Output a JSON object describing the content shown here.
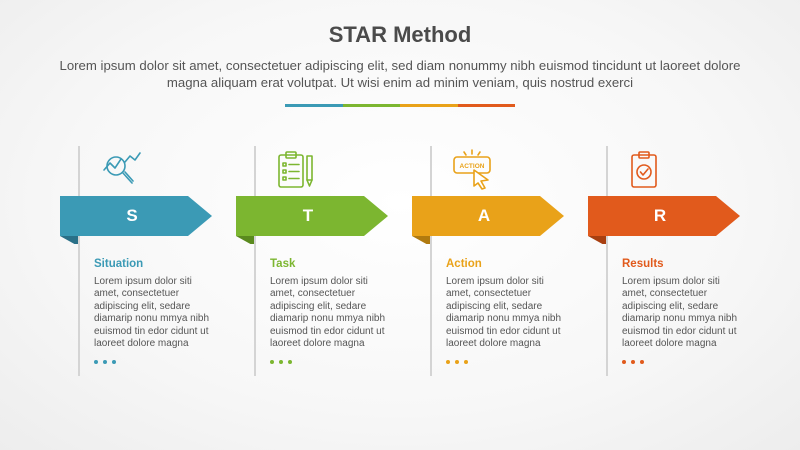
{
  "title": "STAR Method",
  "subtitle": "Lorem ipsum dolor sit amet, consectetuer adipiscing elit, sed diam nonummy nibh euismod tincidunt ut laoreet dolore magna aliquam erat volutpat. Ut wisi enim ad minim veniam, quis nostrud exerci",
  "divider_colors": [
    "#3b9ab5",
    "#7cb630",
    "#e9a219",
    "#e15a1c"
  ],
  "steps": [
    {
      "letter": "S",
      "heading": "Situation",
      "body": "Lorem ipsum dolor siti amet, consectetuer adipiscing elit, sedare diamarip nonu mmya nibh euismod tin edor cidunt ut laoreet dolore magna",
      "icon": "search-analysis-icon",
      "color": "#3b9ab5",
      "fold": "#2a7088"
    },
    {
      "letter": "T",
      "heading": "Task",
      "body": "Lorem ipsum dolor siti amet, consectetuer adipiscing elit, sedare diamarip nonu mmya nibh euismod tin edor cidunt ut laoreet dolore magna",
      "icon": "clipboard-checklist-icon",
      "color": "#7cb630",
      "fold": "#5a8a1e"
    },
    {
      "letter": "A",
      "heading": "Action",
      "body": "Lorem ipsum dolor siti amet, consectetuer adipiscing elit, sedare diamarip nonu mmya nibh euismod tin edor cidunt ut laoreet dolore magna",
      "icon": "action-click-icon",
      "icon_text": "ACTION",
      "color": "#e9a219",
      "fold": "#b07a0f"
    },
    {
      "letter": "R",
      "heading": "Results",
      "body": "Lorem ipsum dolor siti amet, consectetuer adipiscing elit, sedare diamarip nonu mmya nibh euismod tin edor cidunt ut laoreet dolore magna",
      "icon": "clipboard-check-icon",
      "color": "#e15a1c",
      "fold": "#a83f10"
    }
  ]
}
